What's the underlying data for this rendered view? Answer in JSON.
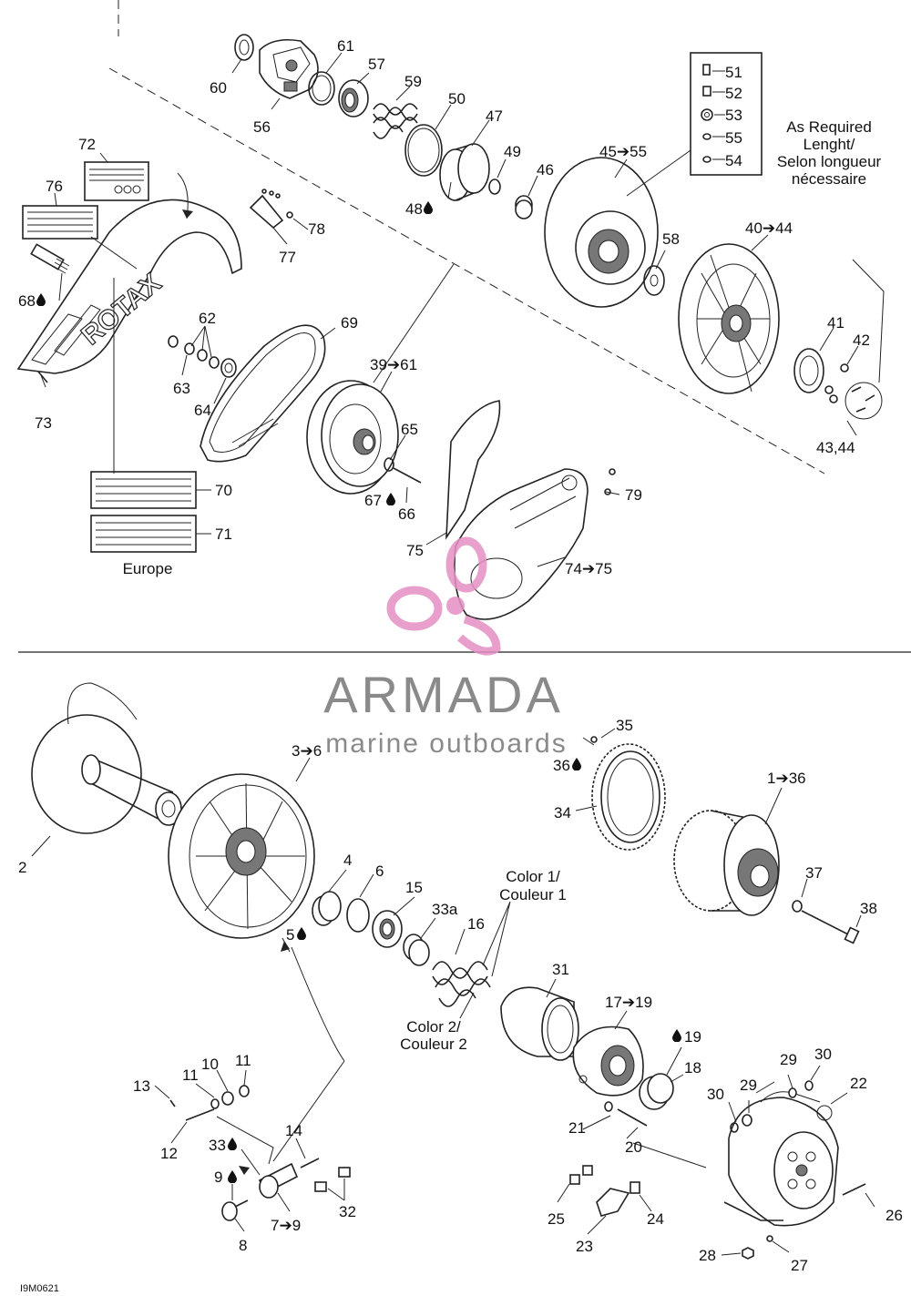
{
  "figure_code": "I9M0621",
  "notes": {
    "as_required_1": "As Required",
    "as_required_2": "Lenght/",
    "as_required_3": "Selon longueur",
    "as_required_4": "nécessaire",
    "europe": "Europe",
    "color1_line1": "Color 1/",
    "color1_line2": "Couleur 1",
    "color2_line1": "Color 2/",
    "color2_line2": "Couleur 2"
  },
  "watermark": {
    "brand": "ARMADA",
    "tagline": "marine outboards"
  },
  "callouts": {
    "c60": "60",
    "c61": "61",
    "c56": "56",
    "c57": "57",
    "c59": "59",
    "c50": "50",
    "c47": "47",
    "c48": "48",
    "c49": "49",
    "c46": "46",
    "c45": "45➔55",
    "c51": "51",
    "c52": "52",
    "c53": "53",
    "c55": "55",
    "c54": "54",
    "c72": "72",
    "c76": "76",
    "c68": "68",
    "c73": "73",
    "c77": "77",
    "c78": "78",
    "c62": "62",
    "c63": "63",
    "c64": "64",
    "c69": "69",
    "c39": "39➔61",
    "c65": "65",
    "c66": "66",
    "c67": "67",
    "c70": "70",
    "c71": "71",
    "c58": "58",
    "c40": "40➔44",
    "c41": "41",
    "c42": "42",
    "c4344": "43,44",
    "c79": "79",
    "c75": "75",
    "c74": "74➔75",
    "c35": "35",
    "c36": "36",
    "c34": "34",
    "c136": "1➔36",
    "c37": "37",
    "c38": "38",
    "c2": "2",
    "c36b": "3➔6",
    "c4": "4",
    "c6": "6",
    "c5": "5",
    "c15": "15",
    "c33a": "33a",
    "c16": "16",
    "c31": "31",
    "c1719": "17➔19",
    "c19": "19",
    "c18": "18",
    "c13": "13",
    "c11a": "11",
    "c10": "10",
    "c11b": "11",
    "c12": "12",
    "c33": "33",
    "c14": "14",
    "c9": "9",
    "c79b": "7➔9",
    "c8": "8",
    "c32": "32",
    "c21": "21",
    "c20": "20",
    "c30a": "30",
    "c29a": "29",
    "c29b": "29",
    "c30b": "30",
    "c22": "22",
    "c25": "25",
    "c24": "24",
    "c23": "23",
    "c26": "26",
    "c28": "28",
    "c27": "27"
  },
  "drop_icon_color": "#111111",
  "watermark_color": "#e58fc4"
}
